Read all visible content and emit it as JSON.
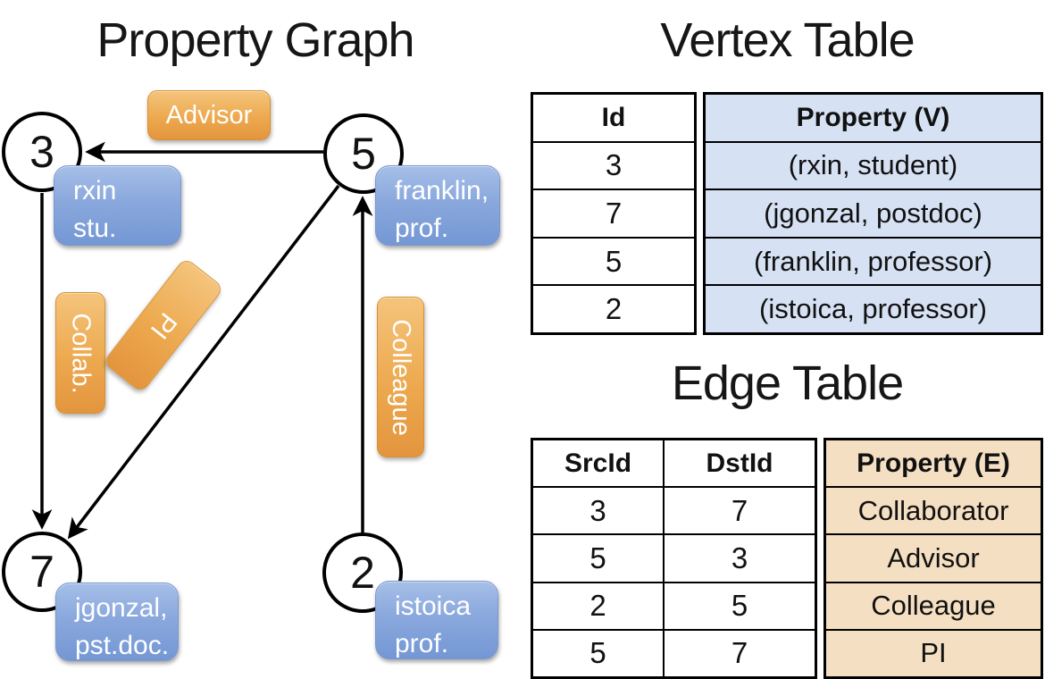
{
  "graph": {
    "title": "Property Graph",
    "nodes": [
      {
        "id": "3"
      },
      {
        "id": "5"
      },
      {
        "id": "7"
      },
      {
        "id": "2"
      }
    ],
    "callouts": [
      {
        "line1": "rxin",
        "line2": "stu."
      },
      {
        "line1": "franklin,",
        "line2": "prof."
      },
      {
        "line1": "jgonzal,",
        "line2": "pst.doc."
      },
      {
        "line1": "istoica",
        "line2": "prof."
      }
    ],
    "edge_labels": {
      "advisor": "Advisor",
      "collab": "Collab.",
      "pi": "PI",
      "colleague": "Colleague"
    },
    "edges": [
      {
        "from": "5",
        "to": "3",
        "label": "Advisor"
      },
      {
        "from": "3",
        "to": "7",
        "label": "Collab."
      },
      {
        "from": "5",
        "to": "7",
        "label": "PI"
      },
      {
        "from": "2",
        "to": "5",
        "label": "Colleague"
      }
    ]
  },
  "vertex_table": {
    "title": "Vertex Table",
    "columns": {
      "id": "Id",
      "property": "Property (V)"
    },
    "rows": [
      {
        "id": "3",
        "property": "(rxin, student)"
      },
      {
        "id": "7",
        "property": "(jgonzal, postdoc)"
      },
      {
        "id": "5",
        "property": "(franklin, professor)"
      },
      {
        "id": "2",
        "property": "(istoica, professor)"
      }
    ]
  },
  "edge_table": {
    "title": "Edge Table",
    "columns": {
      "src": "SrcId",
      "dst": "DstId",
      "property": "Property (E)"
    },
    "rows": [
      {
        "src": "3",
        "dst": "7",
        "property": "Collaborator"
      },
      {
        "src": "5",
        "dst": "3",
        "property": "Advisor"
      },
      {
        "src": "2",
        "dst": "5",
        "property": "Colleague"
      },
      {
        "src": "5",
        "dst": "7",
        "property": "PI"
      }
    ]
  },
  "colors": {
    "background": "#ffffff",
    "line": "#000000",
    "node_fill": "#ffffff",
    "edge_label_fill": "#eda94f",
    "vertex_callout_fill": "#8aa8dd",
    "vertex_table_fill": "#d6e1f3",
    "edge_table_fill": "#f5dfc2",
    "text_on_boxes": "#ffffff"
  }
}
